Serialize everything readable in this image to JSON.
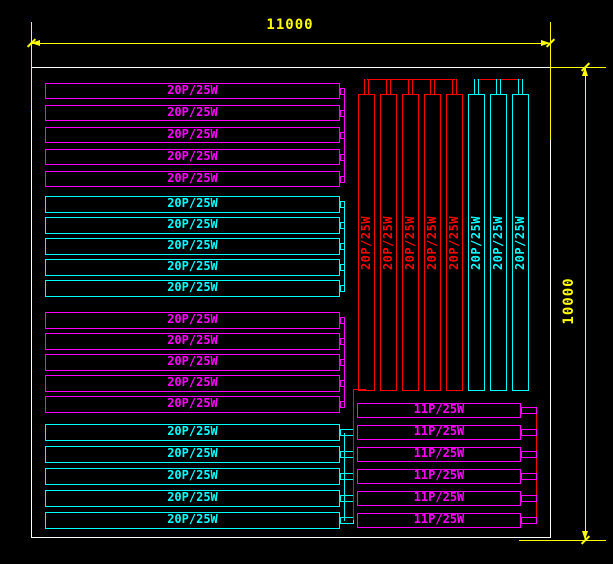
{
  "colors": {
    "magenta": "#ff00ff",
    "cyan": "#00ffff",
    "red": "#ff0000",
    "yellow": "#ffff00",
    "white": "#ffffff",
    "background": "#000000"
  },
  "dimensions": {
    "top": {
      "label": "11000"
    },
    "right": {
      "label": "10000"
    }
  },
  "left_bank": {
    "groups": [
      {
        "color": "magenta",
        "bars": [
          "20P/25W",
          "20P/25W",
          "20P/25W",
          "20P/25W",
          "20P/25W"
        ]
      },
      {
        "color": "cyan",
        "bars": [
          "20P/25W",
          "20P/25W",
          "20P/25W",
          "20P/25W",
          "20P/25W"
        ]
      },
      {
        "color": "magenta",
        "bars": [
          "20P/25W",
          "20P/25W",
          "20P/25W",
          "20P/25W",
          "20P/25W"
        ]
      },
      {
        "color": "cyan",
        "bars": [
          "20P/25W",
          "20P/25W",
          "20P/25W",
          "20P/25W",
          "20P/25W"
        ]
      }
    ]
  },
  "riser_bank": {
    "groups": [
      {
        "color": "red",
        "bars": [
          "20P/25W",
          "20P/25W",
          "20P/25W",
          "20P/25W",
          "20P/25W"
        ]
      },
      {
        "color": "cyan",
        "bars": [
          "20P/25W",
          "20P/25W",
          "20P/25W"
        ]
      }
    ]
  },
  "bottom_bank": {
    "color": "magenta",
    "bars": [
      "11P/25W",
      "11P/25W",
      "11P/25W",
      "11P/25W",
      "11P/25W",
      "11P/25W"
    ]
  }
}
